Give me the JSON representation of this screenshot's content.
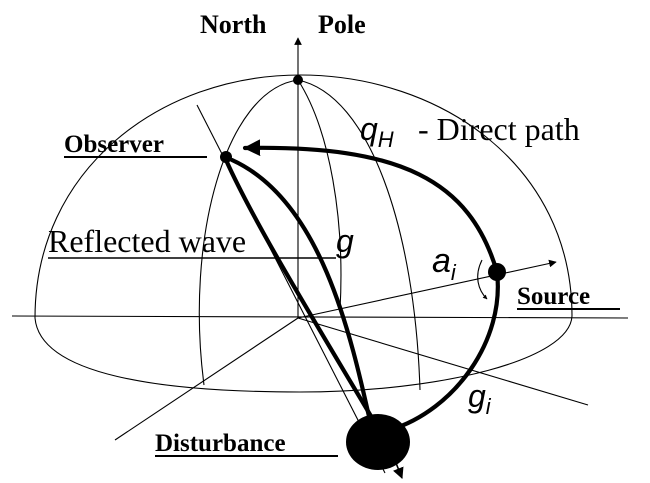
{
  "labels": {
    "north": "North",
    "pole": "Pole",
    "observer": "Observer",
    "q_symbol": "q",
    "q_subscript": "H",
    "direct_path": "- Direct path",
    "reflected_wave": "Reflected wave",
    "g_symbol": "g",
    "a_symbol": "a",
    "a_subscript": "i",
    "source": "Source",
    "g_i_symbol": "g",
    "g_i_subscript": "i",
    "disturbance": "Disturbance"
  },
  "colors": {
    "ink": "#000000",
    "background": "#ffffff"
  }
}
